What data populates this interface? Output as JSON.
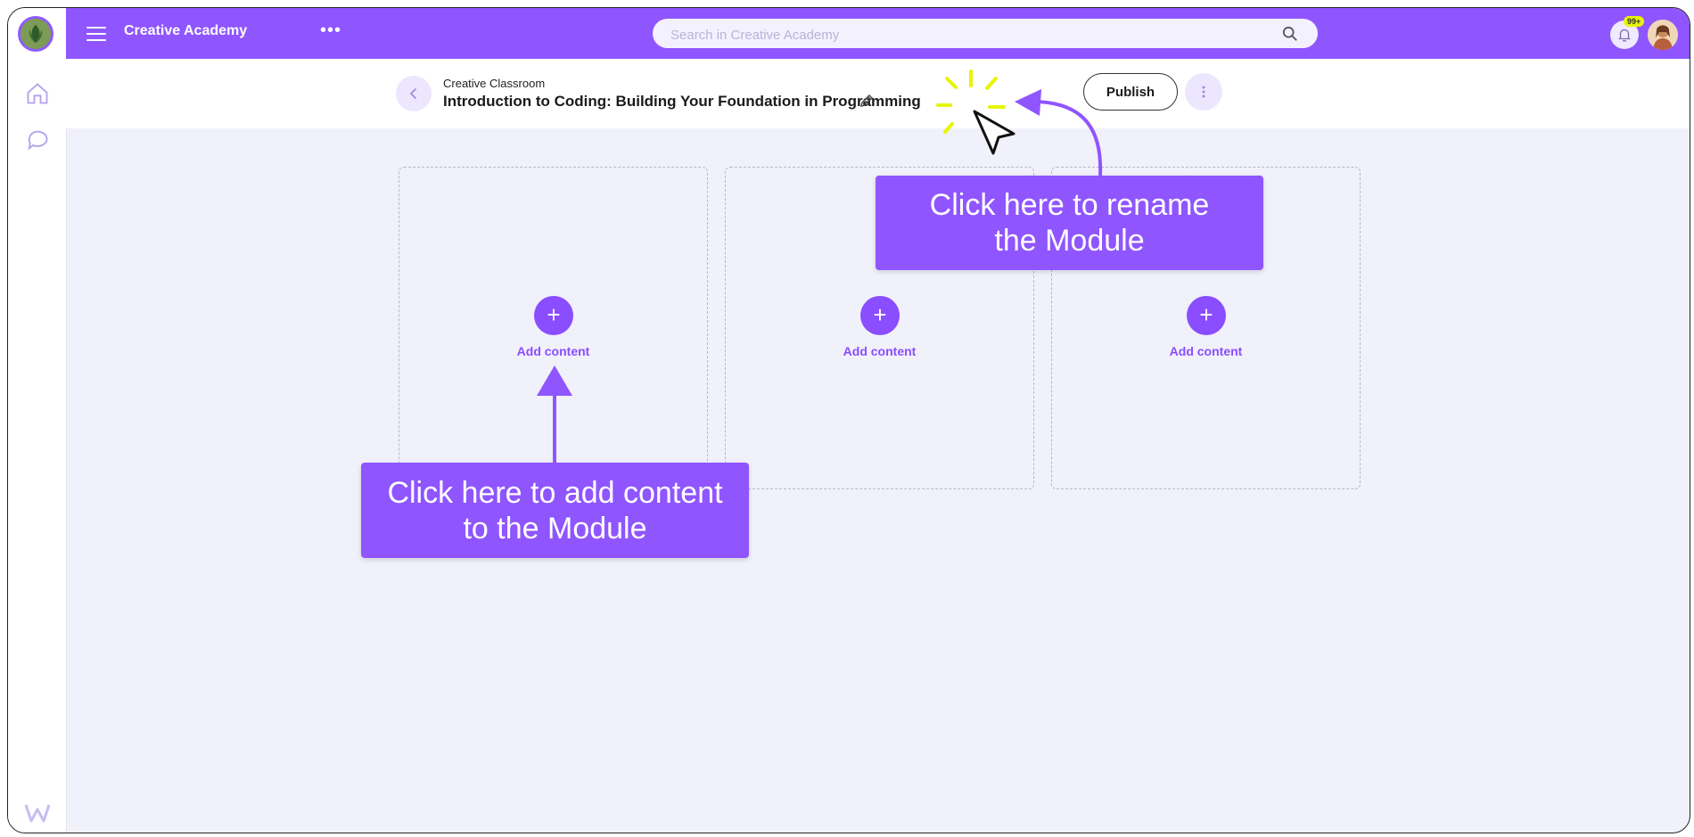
{
  "app": {
    "title": "Creative Academy",
    "more_label": "•••"
  },
  "search": {
    "placeholder": "Search in Creative Academy"
  },
  "notifications": {
    "badge": "99+"
  },
  "header": {
    "breadcrumb": "Creative Classroom",
    "course_title": "Introduction to Coding: Building Your Foundation in Programming",
    "publish_label": "Publish"
  },
  "columns": [
    {
      "add_label": "Add content"
    },
    {
      "add_label": "Add content"
    },
    {
      "add_label": "Add content"
    }
  ],
  "callouts": {
    "rename": "Click here to rename the Module",
    "add_content": "Click here to add content to the Module"
  },
  "colors": {
    "accent": "#8f55ff",
    "background": "#f1f1fb",
    "highlight": "#e8f500"
  }
}
